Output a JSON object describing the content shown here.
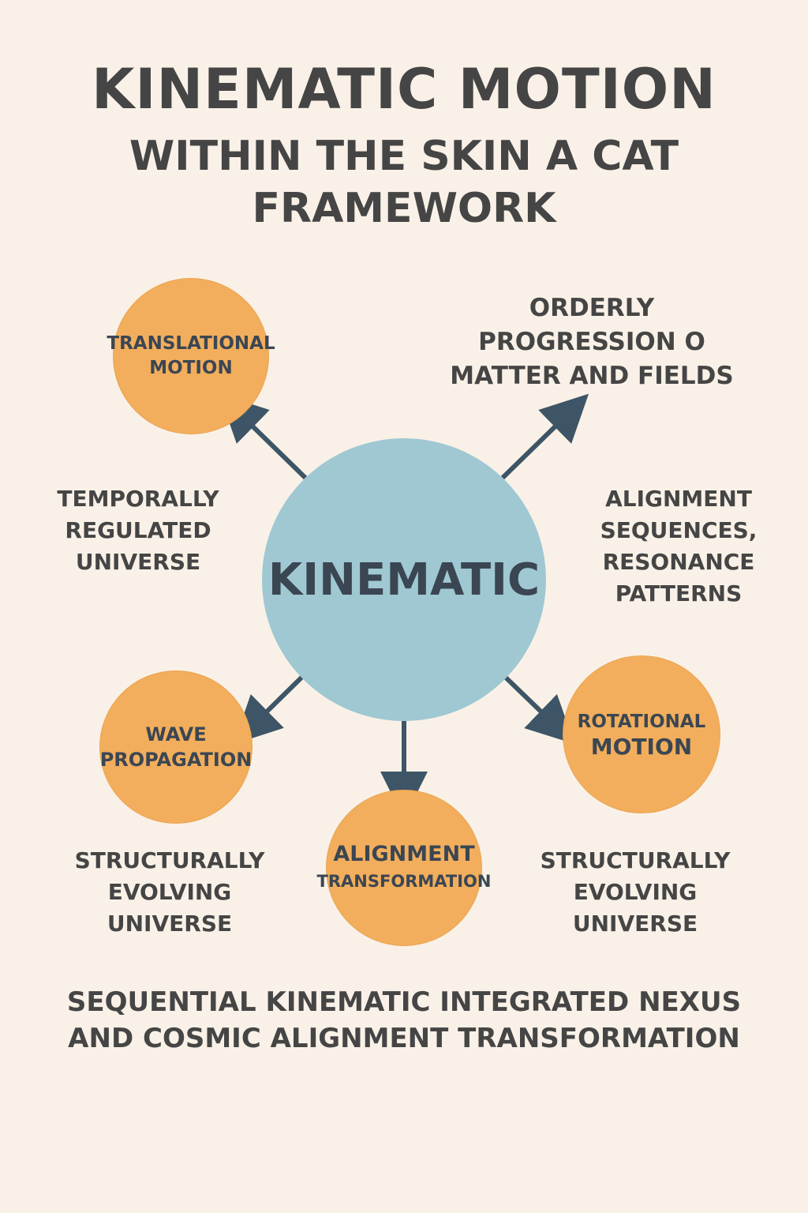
{
  "title": {
    "line1": "KINEMATIC MOTION",
    "line2": "WITHIN THE SKIN A CAT",
    "line3": "FRAMEWORK"
  },
  "center": {
    "label": "KINEMATIC"
  },
  "nodes": [
    {
      "line1": "TRANSLATIONAL",
      "line2": "MOTION"
    },
    {
      "line1": "WAVE",
      "line2": "PROPAGATION"
    },
    {
      "line1": "ALIGNMENT",
      "line2": "TRANSFORMATION"
    },
    {
      "line1": "ROTATIONAL",
      "line2": "MOTION"
    }
  ],
  "labels": [
    {
      "lines": [
        "ORDERLY",
        "PROGRESSION O",
        "MATTER AND FIELDS"
      ]
    },
    {
      "lines": [
        "TEMPORALLY",
        "REGULATED",
        "UNIVERSE"
      ]
    },
    {
      "lines": [
        "ALIGNMENT",
        "SEQUENCES,",
        "RESONANCE",
        "PATTERNS"
      ]
    },
    {
      "lines": [
        "STRUCTURALLY",
        "EVOLVING",
        "UNIVERSE"
      ]
    },
    {
      "lines": [
        "STRUCTURALLY",
        "EVOLVING",
        "UNIVERSE"
      ]
    }
  ],
  "footer": {
    "line1": "SEQUENTIAL KINEMATIC INTEGRATED NEXUS",
    "line2": "AND COSMIC ALIGNMENT TRANSFORMATION"
  },
  "colors": {
    "background": "#f9f1e7",
    "node": "#f2ae5c",
    "center": "#9fc8d3",
    "arrow": "#3d5566",
    "text": "#454545"
  }
}
